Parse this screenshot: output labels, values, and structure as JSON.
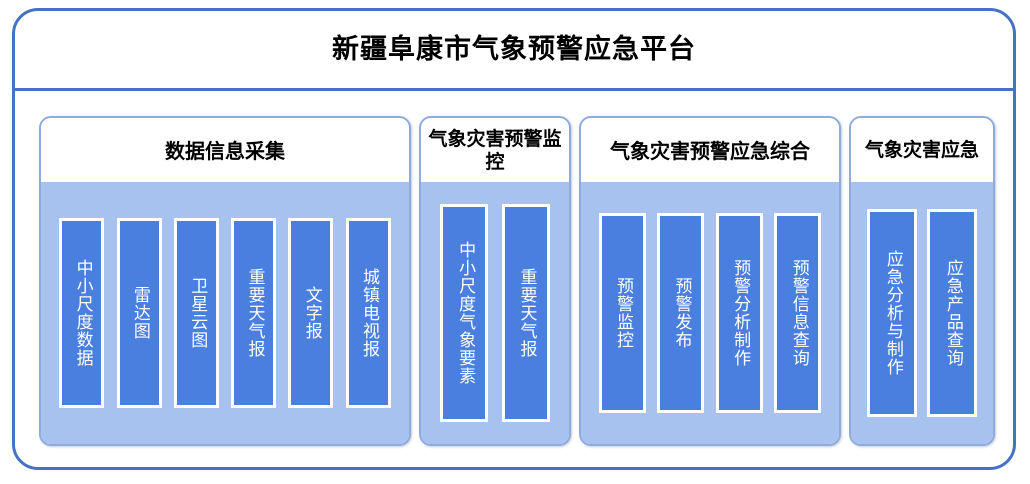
{
  "platform": {
    "title": "新疆阜康市气象预警应急平台",
    "accent_border": "#4472c4",
    "panel_border": "#8faadc",
    "panel_body_bg": "#a8c2ef",
    "item_bar_bg": "#4a7fe0",
    "item_bar_border": "#ffffff",
    "item_text_color": "#ffffff",
    "title_text_color": "#000000"
  },
  "panels": [
    {
      "title": "数据信息采集",
      "items": [
        {
          "label": "中小尺度数据"
        },
        {
          "label": "雷达图"
        },
        {
          "label": "卫星云图"
        },
        {
          "label": "重要天气报"
        },
        {
          "label": "文字报"
        },
        {
          "label": "城镇电视报"
        }
      ]
    },
    {
      "title": "气象灾害预警监控",
      "items": [
        {
          "label": "中小尺度气象要素"
        },
        {
          "label": "重要天气报"
        }
      ]
    },
    {
      "title": "气象灾害预警应急综合",
      "items": [
        {
          "label": "预警监控"
        },
        {
          "label": "预警发布"
        },
        {
          "label": "预警分析制作"
        },
        {
          "label": "预警信息查询"
        }
      ]
    },
    {
      "title": "气象灾害应急",
      "items": [
        {
          "label": "应急分析与制作"
        },
        {
          "label": "应急产品查询"
        }
      ]
    }
  ]
}
